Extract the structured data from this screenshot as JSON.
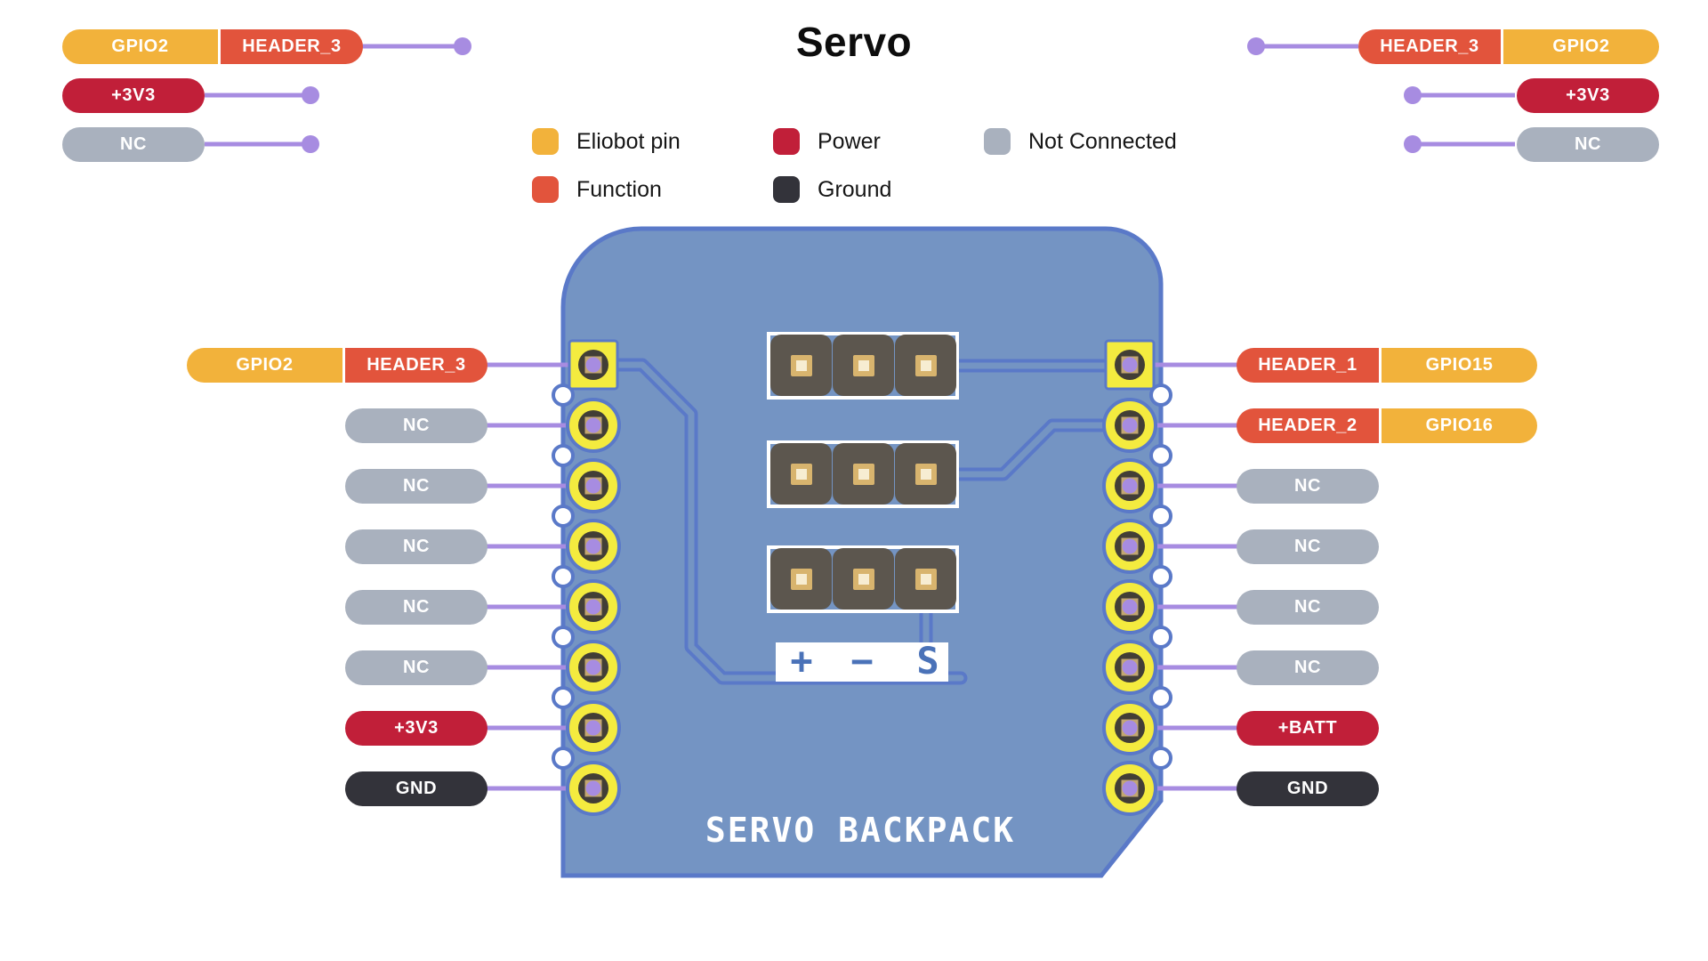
{
  "title": "Servo",
  "legend": {
    "items": [
      {
        "label": "Eliobot pin",
        "type": "eliobot"
      },
      {
        "label": "Power",
        "type": "power"
      },
      {
        "label": "Not Connected",
        "type": "nc"
      },
      {
        "label": "Function",
        "type": "function"
      },
      {
        "label": "Ground",
        "type": "ground"
      }
    ]
  },
  "colors": {
    "eliobot": "#F2B23B",
    "function": "#E2543C",
    "power": "#C11F39",
    "nc": "#A9B1BE",
    "ground": "#33333A",
    "board_fill": "#7494C3",
    "board_outline": "#5A79C8",
    "pad_yellow": "#F4EB3F",
    "pad_ring_dark": "#423E36",
    "pad_square_tan": "#C3A771",
    "wire_purple": "#A78CE1",
    "header_housing": "#5C564E",
    "header_pin_gold": "#D8B46E",
    "header_pin_light": "#F7EDD2",
    "silkscreen": "#FFFFFF",
    "strip_text": "#4A72B8"
  },
  "board": {
    "name": "SERVO BACKPACK",
    "strip_labels": [
      "+",
      "−",
      "S"
    ]
  },
  "pins": {
    "top_left": [
      {
        "segments": [
          {
            "text": "GPIO2",
            "type": "eliobot"
          },
          {
            "text": "HEADER_3",
            "type": "function"
          }
        ]
      },
      {
        "segments": [
          {
            "text": "+3V3",
            "type": "power"
          }
        ]
      },
      {
        "segments": [
          {
            "text": "NC",
            "type": "nc"
          }
        ]
      }
    ],
    "top_right": [
      {
        "segments": [
          {
            "text": "HEADER_3",
            "type": "function"
          },
          {
            "text": "GPIO2",
            "type": "eliobot"
          }
        ]
      },
      {
        "segments": [
          {
            "text": "+3V3",
            "type": "power"
          }
        ]
      },
      {
        "segments": [
          {
            "text": "NC",
            "type": "nc"
          }
        ]
      }
    ],
    "left": [
      {
        "segments": [
          {
            "text": "GPIO2",
            "type": "eliobot"
          },
          {
            "text": "HEADER_3",
            "type": "function"
          }
        ]
      },
      {
        "segments": [
          {
            "text": "NC",
            "type": "nc"
          }
        ]
      },
      {
        "segments": [
          {
            "text": "NC",
            "type": "nc"
          }
        ]
      },
      {
        "segments": [
          {
            "text": "NC",
            "type": "nc"
          }
        ]
      },
      {
        "segments": [
          {
            "text": "NC",
            "type": "nc"
          }
        ]
      },
      {
        "segments": [
          {
            "text": "NC",
            "type": "nc"
          }
        ]
      },
      {
        "segments": [
          {
            "text": "+3V3",
            "type": "power"
          }
        ]
      },
      {
        "segments": [
          {
            "text": "GND",
            "type": "ground"
          }
        ]
      }
    ],
    "right": [
      {
        "segments": [
          {
            "text": "HEADER_1",
            "type": "function"
          },
          {
            "text": "GPIO15",
            "type": "eliobot"
          }
        ]
      },
      {
        "segments": [
          {
            "text": "HEADER_2",
            "type": "function"
          },
          {
            "text": "GPIO16",
            "type": "eliobot"
          }
        ]
      },
      {
        "segments": [
          {
            "text": "NC",
            "type": "nc"
          }
        ]
      },
      {
        "segments": [
          {
            "text": "NC",
            "type": "nc"
          }
        ]
      },
      {
        "segments": [
          {
            "text": "NC",
            "type": "nc"
          }
        ]
      },
      {
        "segments": [
          {
            "text": "NC",
            "type": "nc"
          }
        ]
      },
      {
        "segments": [
          {
            "text": "+BATT",
            "type": "power"
          }
        ]
      },
      {
        "segments": [
          {
            "text": "GND",
            "type": "ground"
          }
        ]
      }
    ]
  }
}
